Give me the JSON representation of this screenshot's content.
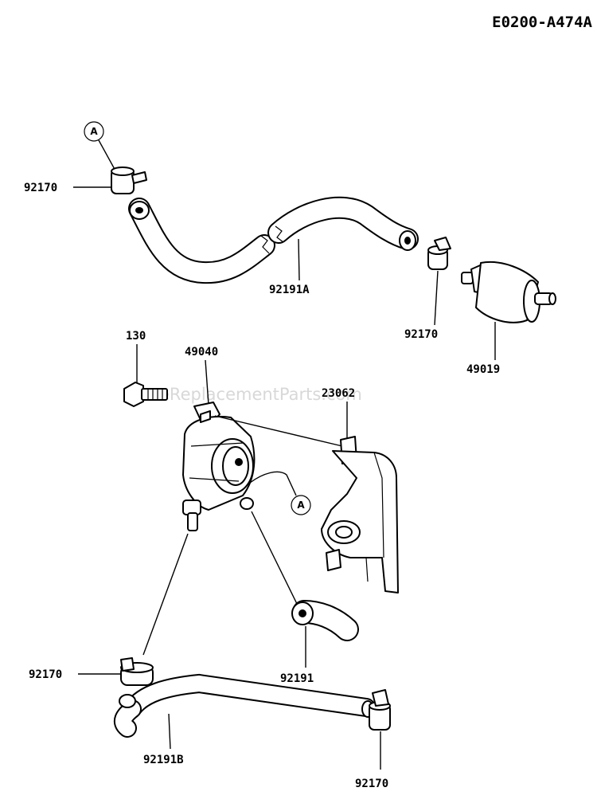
{
  "diagram_code": "E0200-A474A",
  "watermark": "eReplacementParts.com",
  "ref_marker": "A",
  "labels": {
    "clamp_top_left": "92170",
    "hose_upper": "92191A",
    "clamp_mid_right": "92170",
    "fuel_filter": "49019",
    "bolt": "130",
    "fuel_pump": "49040",
    "bracket": "23062",
    "clamp_bottom_left": "92170",
    "hose_short": "92191",
    "hose_lower": "92191B",
    "clamp_bottom_right": "92170"
  }
}
